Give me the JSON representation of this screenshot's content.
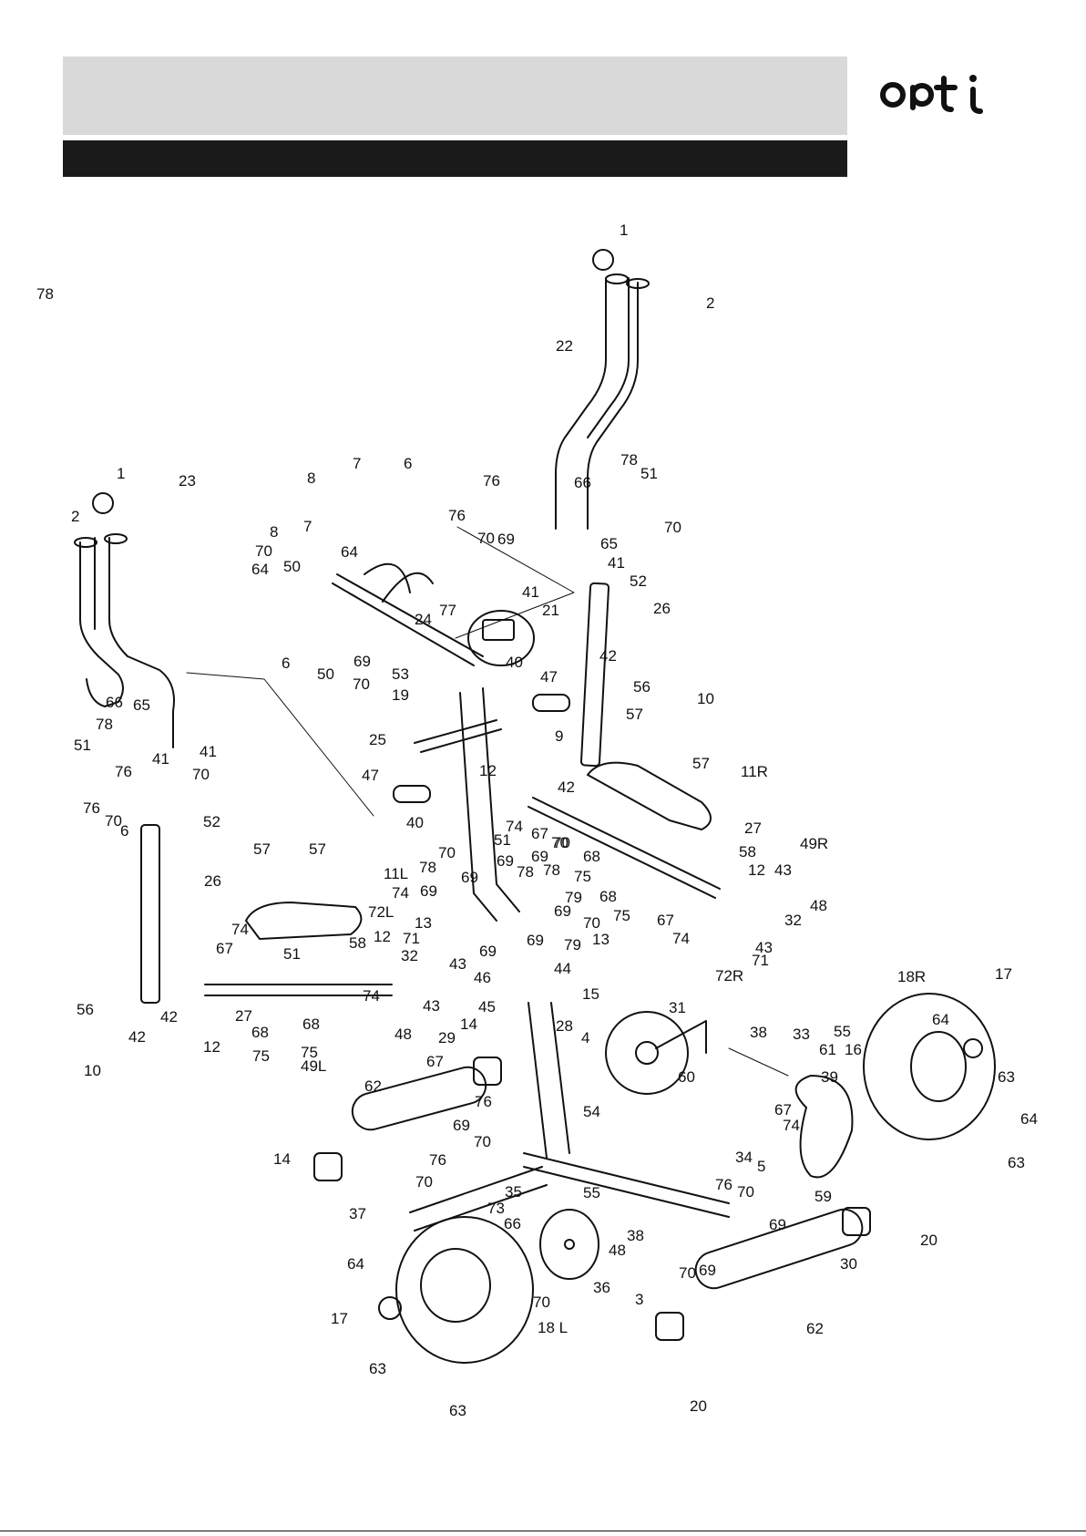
{
  "brand": {
    "logo_text": "opti"
  },
  "callouts": [
    {
      "id": "c1a",
      "label": "1"
    },
    {
      "id": "c2a",
      "label": "2"
    },
    {
      "id": "c22",
      "label": "22"
    },
    {
      "id": "c1b",
      "label": "1"
    },
    {
      "id": "c23",
      "label": "23"
    },
    {
      "id": "c2b",
      "label": "2"
    },
    {
      "id": "c8a",
      "label": "8"
    },
    {
      "id": "c7a",
      "label": "7"
    },
    {
      "id": "c6a",
      "label": "6"
    },
    {
      "id": "c8b",
      "label": "8"
    },
    {
      "id": "c7b",
      "label": "7"
    },
    {
      "id": "c70a",
      "label": "70"
    },
    {
      "id": "c50a",
      "label": "50"
    },
    {
      "id": "c64a",
      "label": "64"
    },
    {
      "id": "c64b",
      "label": "64"
    },
    {
      "id": "c24",
      "label": "24"
    },
    {
      "id": "c6b",
      "label": "6"
    },
    {
      "id": "c69a",
      "label": "69"
    },
    {
      "id": "c50b",
      "label": "50"
    },
    {
      "id": "c70b",
      "label": "70"
    },
    {
      "id": "c77",
      "label": "77"
    },
    {
      "id": "c21",
      "label": "21"
    },
    {
      "id": "c76a",
      "label": "76"
    },
    {
      "id": "c76b",
      "label": "76"
    },
    {
      "id": "c70c",
      "label": "70"
    },
    {
      "id": "c69b",
      "label": "69"
    },
    {
      "id": "c41a",
      "label": "41"
    },
    {
      "id": "c66a",
      "label": "66"
    },
    {
      "id": "c78a",
      "label": "78"
    },
    {
      "id": "c51a",
      "label": "51"
    },
    {
      "id": "c70d",
      "label": "70"
    },
    {
      "id": "c65a",
      "label": "65"
    },
    {
      "id": "c41b",
      "label": "41"
    },
    {
      "id": "c52a",
      "label": "52"
    },
    {
      "id": "c26a",
      "label": "26"
    },
    {
      "id": "c53",
      "label": "53"
    },
    {
      "id": "c19",
      "label": "19"
    },
    {
      "id": "c40a",
      "label": "40"
    },
    {
      "id": "c47a",
      "label": "47"
    },
    {
      "id": "c42a",
      "label": "42"
    },
    {
      "id": "c56a",
      "label": "56"
    },
    {
      "id": "c10a",
      "label": "10"
    },
    {
      "id": "c25",
      "label": "25"
    },
    {
      "id": "c9",
      "label": "9"
    },
    {
      "id": "c57a",
      "label": "57"
    },
    {
      "id": "c57b",
      "label": "57"
    },
    {
      "id": "c11R",
      "label": "11R"
    },
    {
      "id": "c47b",
      "label": "47"
    },
    {
      "id": "c40b",
      "label": "40"
    },
    {
      "id": "c12a",
      "label": "12"
    },
    {
      "id": "c42b",
      "label": "42"
    },
    {
      "id": "c74a",
      "label": "74"
    },
    {
      "id": "c51b",
      "label": "51"
    },
    {
      "id": "c67a",
      "label": "67"
    },
    {
      "id": "c70e",
      "label": "70"
    },
    {
      "id": "c27a",
      "label": "27"
    },
    {
      "id": "c68a",
      "label": "68"
    },
    {
      "id": "c58a",
      "label": "58"
    },
    {
      "id": "c49R",
      "label": "49R"
    },
    {
      "id": "c78b",
      "label": "78"
    },
    {
      "id": "c66b",
      "label": "66"
    },
    {
      "id": "c65b",
      "label": "65"
    },
    {
      "id": "c41c",
      "label": "41"
    },
    {
      "id": "c51c",
      "label": "51"
    },
    {
      "id": "c78c",
      "label": "78"
    },
    {
      "id": "c41d",
      "label": "41"
    },
    {
      "id": "c70f",
      "label": "70"
    },
    {
      "id": "c76c",
      "label": "76"
    },
    {
      "id": "c70g",
      "label": "70"
    },
    {
      "id": "c6c",
      "label": "6"
    },
    {
      "id": "c52b",
      "label": "52"
    },
    {
      "id": "c57c",
      "label": "57"
    },
    {
      "id": "c57d",
      "label": "57"
    },
    {
      "id": "c11L",
      "label": "11L"
    },
    {
      "id": "c26b",
      "label": "26"
    },
    {
      "id": "c70h",
      "label": "70"
    },
    {
      "id": "c78d",
      "label": "78"
    },
    {
      "id": "c69c",
      "label": "69"
    },
    {
      "id": "c69d",
      "label": "69"
    },
    {
      "id": "c69e",
      "label": "69"
    },
    {
      "id": "c70i",
      "label": "70"
    },
    {
      "id": "c78e",
      "label": "78"
    },
    {
      "id": "c78f",
      "label": "78"
    },
    {
      "id": "c79a",
      "label": "79"
    },
    {
      "id": "c69f",
      "label": "69"
    },
    {
      "id": "c70j",
      "label": "70"
    },
    {
      "id": "c69g",
      "label": "69"
    },
    {
      "id": "c79b",
      "label": "79"
    },
    {
      "id": "c74b",
      "label": "74"
    },
    {
      "id": "c69h",
      "label": "69"
    },
    {
      "id": "c75a",
      "label": "75"
    },
    {
      "id": "c68b",
      "label": "68"
    },
    {
      "id": "c75b",
      "label": "75"
    },
    {
      "id": "c12b",
      "label": "12"
    },
    {
      "id": "c43a",
      "label": "43"
    },
    {
      "id": "c48a",
      "label": "48"
    },
    {
      "id": "c32a",
      "label": "32"
    },
    {
      "id": "c67b",
      "label": "67"
    },
    {
      "id": "c74c",
      "label": "74"
    },
    {
      "id": "c13a",
      "label": "13"
    },
    {
      "id": "c43b",
      "label": "43"
    },
    {
      "id": "c71a",
      "label": "71"
    },
    {
      "id": "c72R",
      "label": "72R"
    },
    {
      "id": "c72L",
      "label": "72L"
    },
    {
      "id": "c13b",
      "label": "13"
    },
    {
      "id": "c71b",
      "label": "71"
    },
    {
      "id": "c43c",
      "label": "43"
    },
    {
      "id": "c69i",
      "label": "69"
    },
    {
      "id": "c46",
      "label": "46"
    },
    {
      "id": "c74d",
      "label": "74"
    },
    {
      "id": "c67c",
      "label": "67"
    },
    {
      "id": "c51d",
      "label": "51"
    },
    {
      "id": "c58b",
      "label": "58"
    },
    {
      "id": "c12c",
      "label": "12"
    },
    {
      "id": "c32b",
      "label": "32"
    },
    {
      "id": "c74e",
      "label": "74"
    },
    {
      "id": "c43d",
      "label": "43"
    },
    {
      "id": "c48b",
      "label": "48"
    },
    {
      "id": "c56b",
      "label": "56"
    },
    {
      "id": "c42c",
      "label": "42"
    },
    {
      "id": "c10b",
      "label": "10"
    },
    {
      "id": "c42d",
      "label": "42"
    },
    {
      "id": "c12d",
      "label": "12"
    },
    {
      "id": "c27b",
      "label": "27"
    },
    {
      "id": "c68c",
      "label": "68"
    },
    {
      "id": "c75c",
      "label": "75"
    },
    {
      "id": "c68d",
      "label": "68"
    },
    {
      "id": "c75d",
      "label": "75"
    },
    {
      "id": "c49L",
      "label": "49L"
    },
    {
      "id": "c67d",
      "label": "67"
    },
    {
      "id": "c44",
      "label": "44"
    },
    {
      "id": "c45",
      "label": "45"
    },
    {
      "id": "c15",
      "label": "15"
    },
    {
      "id": "c31",
      "label": "31"
    },
    {
      "id": "c14a",
      "label": "14"
    },
    {
      "id": "c29",
      "label": "29"
    },
    {
      "id": "c28",
      "label": "28"
    },
    {
      "id": "c4",
      "label": "4"
    },
    {
      "id": "c18R",
      "label": "18R"
    },
    {
      "id": "c17a",
      "label": "17"
    },
    {
      "id": "c64c",
      "label": "64"
    },
    {
      "id": "c38a",
      "label": "38"
    },
    {
      "id": "c33",
      "label": "33"
    },
    {
      "id": "c55a",
      "label": "55"
    },
    {
      "id": "c61",
      "label": "61"
    },
    {
      "id": "c16",
      "label": "16"
    },
    {
      "id": "c63a",
      "label": "63"
    },
    {
      "id": "c62a",
      "label": "62"
    },
    {
      "id": "c76d",
      "label": "76"
    },
    {
      "id": "c60",
      "label": "60"
    },
    {
      "id": "c39",
      "label": "39"
    },
    {
      "id": "c67e",
      "label": "67"
    },
    {
      "id": "c74f",
      "label": "74"
    },
    {
      "id": "c64d",
      "label": "64"
    },
    {
      "id": "c54",
      "label": "54"
    },
    {
      "id": "c34",
      "label": "34"
    },
    {
      "id": "c5",
      "label": "5"
    },
    {
      "id": "c63b",
      "label": "63"
    },
    {
      "id": "c14b",
      "label": "14"
    },
    {
      "id": "c69j",
      "label": "69"
    },
    {
      "id": "c70k",
      "label": "70"
    },
    {
      "id": "c76e",
      "label": "76"
    },
    {
      "id": "c70l",
      "label": "70"
    },
    {
      "id": "c59",
      "label": "59"
    },
    {
      "id": "c35",
      "label": "35"
    },
    {
      "id": "c55b",
      "label": "55"
    },
    {
      "id": "c37",
      "label": "37"
    },
    {
      "id": "c73",
      "label": "73"
    },
    {
      "id": "c76f",
      "label": "76"
    },
    {
      "id": "c70m",
      "label": "70"
    },
    {
      "id": "c69k",
      "label": "69"
    },
    {
      "id": "c66c",
      "label": "66"
    },
    {
      "id": "c38b",
      "label": "38"
    },
    {
      "id": "c48c",
      "label": "48"
    },
    {
      "id": "c20a",
      "label": "20"
    },
    {
      "id": "c64e",
      "label": "64"
    },
    {
      "id": "c76g",
      "label": "76"
    },
    {
      "id": "c70n",
      "label": "70"
    },
    {
      "id": "c69l",
      "label": "69"
    },
    {
      "id": "c30",
      "label": "30"
    },
    {
      "id": "c70o",
      "label": "70"
    },
    {
      "id": "c36",
      "label": "36"
    },
    {
      "id": "c3",
      "label": "3"
    },
    {
      "id": "c17b",
      "label": "17"
    },
    {
      "id": "c62b",
      "label": "62"
    },
    {
      "id": "c18L",
      "label": "18 L"
    },
    {
      "id": "c63c",
      "label": "63"
    },
    {
      "id": "c63d",
      "label": "63"
    },
    {
      "id": "c20b",
      "label": "20"
    }
  ]
}
